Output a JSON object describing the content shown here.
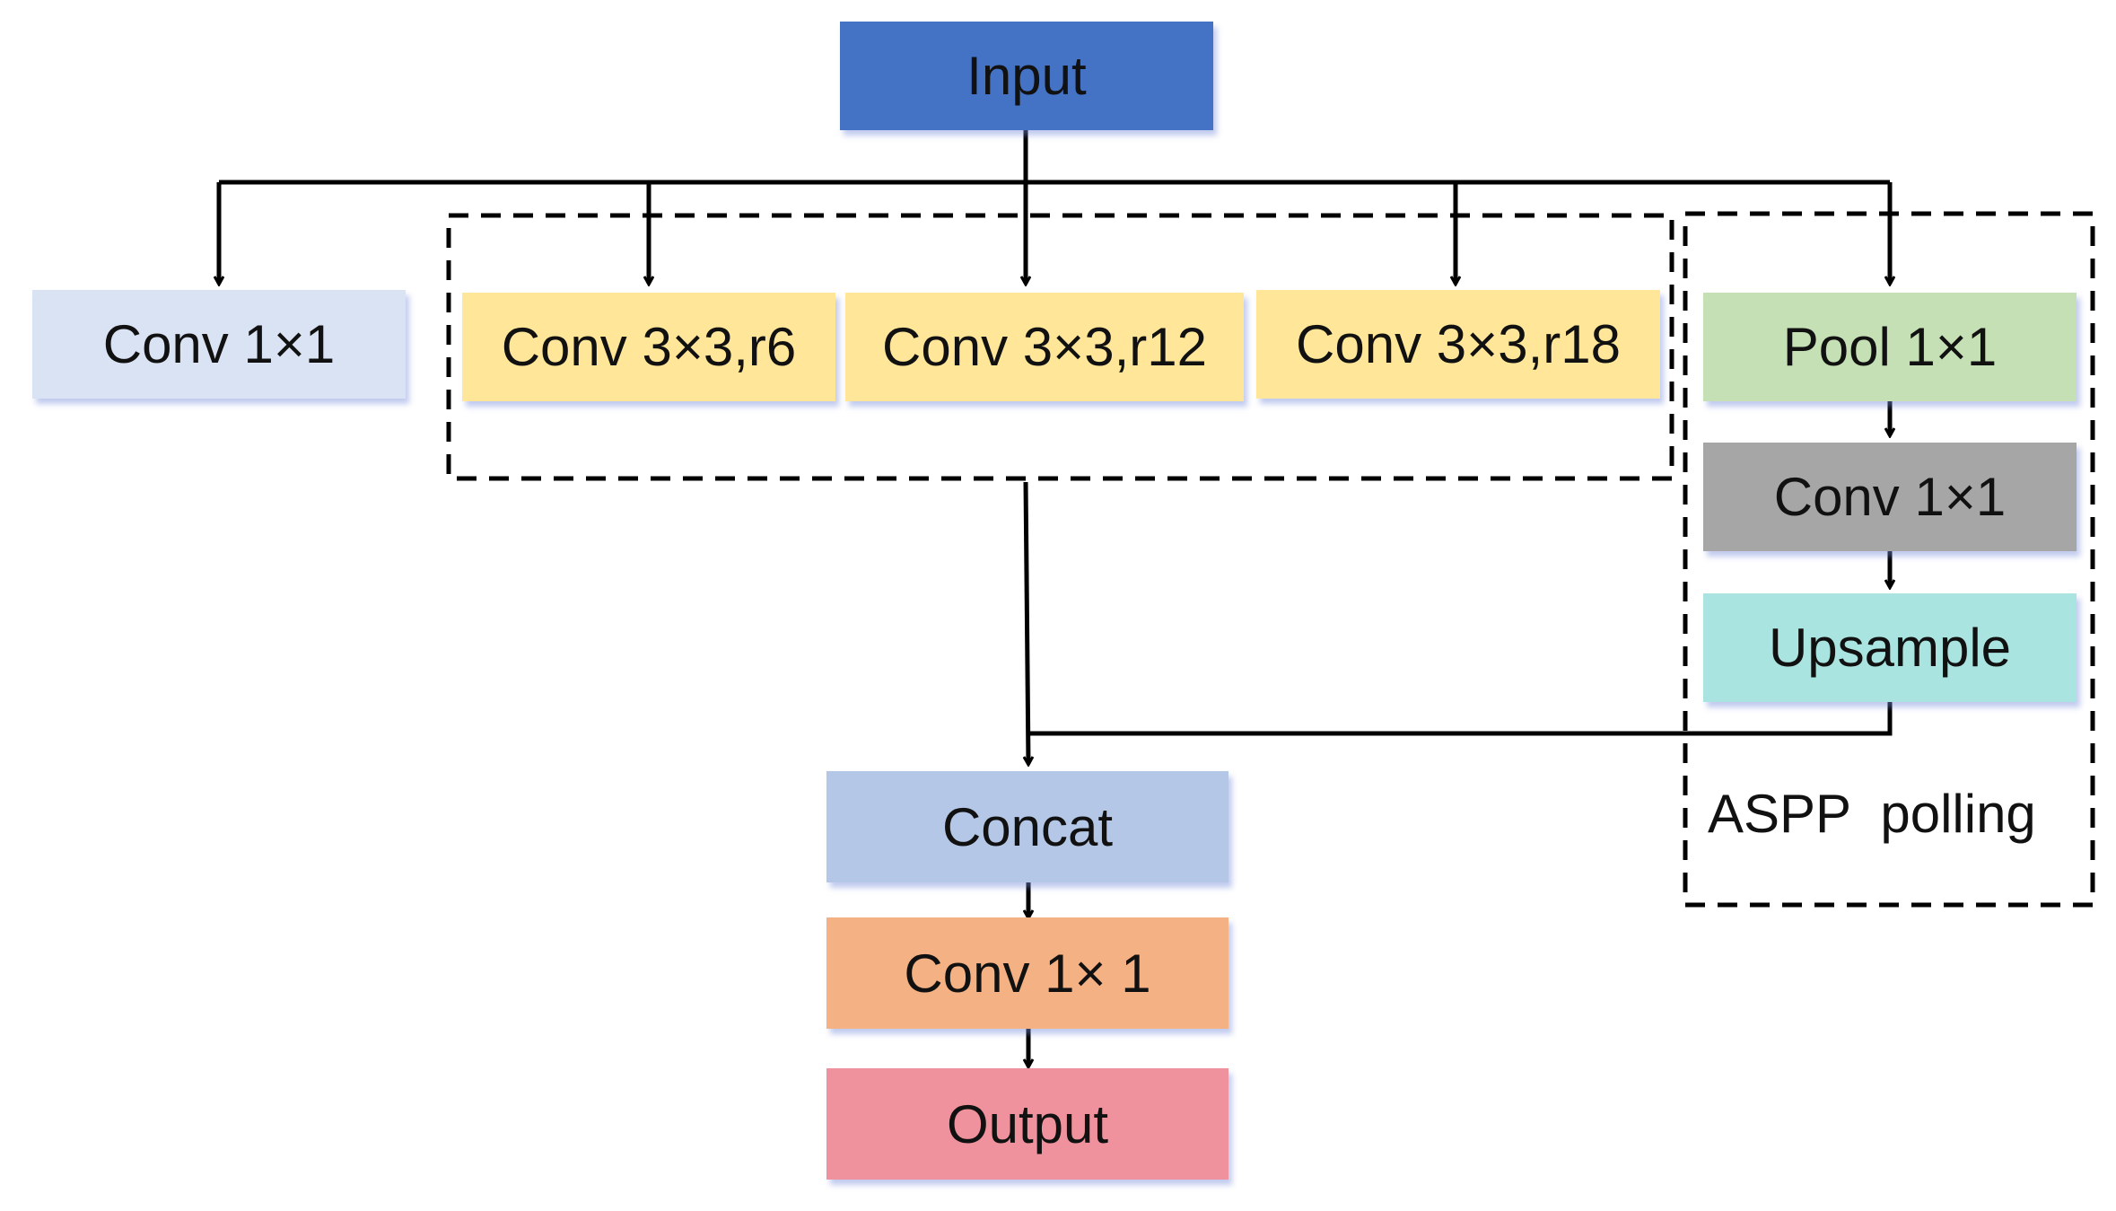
{
  "nodes": {
    "input": "Input",
    "conv1x1_branch": "Conv 1×1",
    "conv3x3_r6": "Conv 3×3,r6",
    "conv3x3_r12": "Conv 3×3,r12",
    "conv3x3_r18": "Conv 3×3,r18",
    "pool": "Pool 1×1",
    "pool_conv": "Conv 1×1",
    "upsample": "Upsample",
    "concat": "Concat",
    "final_conv": "Conv 1× 1",
    "output": "Output"
  },
  "group_label": "ASPP  polling",
  "colors": {
    "input": "#4472c4",
    "conv1x1_branch": "#dae3f3",
    "atrous": "#ffe699",
    "pool": "#c5e0b4",
    "pool_conv": "#a6a6a6",
    "upsample": "#a9e4e0",
    "concat": "#b4c7e7",
    "final_conv": "#f4b183",
    "output": "#f0929d"
  }
}
